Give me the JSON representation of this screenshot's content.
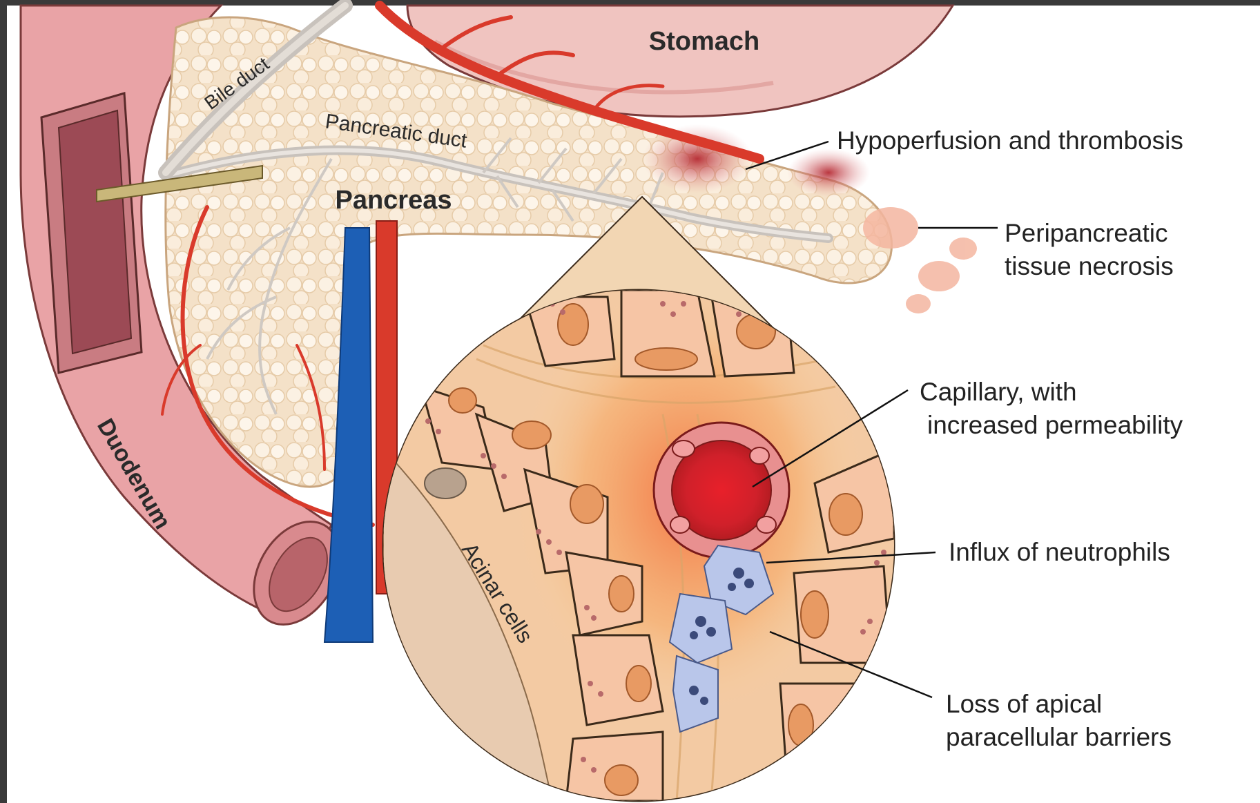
{
  "organs": {
    "stomach": "Stomach",
    "pancreas": "Pancreas",
    "duodenum": "Duodenum",
    "bile_duct": "Bile duct",
    "pancreatic_duct": "Pancreatic duct",
    "acinar_cells": "Acinar cells"
  },
  "callouts": {
    "hypoperfusion": "Hypoperfusion and thrombosis",
    "necrosis_line1": "Peripancreatic",
    "necrosis_line2": "tissue necrosis",
    "capillary_line1": "Capillary, with",
    "capillary_line2": "increased permeability",
    "neutrophils": "Influx of neutrophils",
    "loss_line1": "Loss of apical",
    "loss_line2": "paracellular barriers"
  },
  "colors": {
    "artery": "#d93a2b",
    "vein": "#1d5fb5",
    "duodenum": "#e8a4a6",
    "stomach": "#f0c6c2",
    "pancreas": "#f6e6cf",
    "acinar": "#f6c5a5",
    "neutrophil": "#b9c6ea"
  }
}
